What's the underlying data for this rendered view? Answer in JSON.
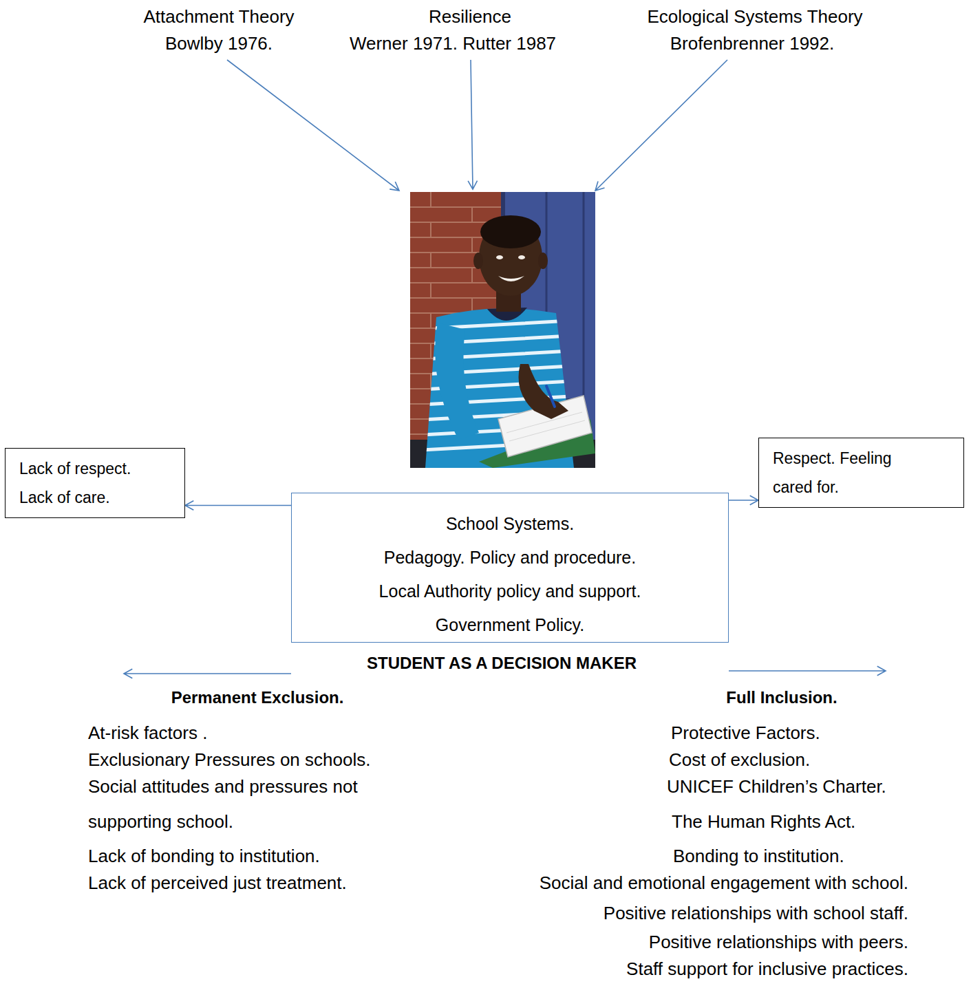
{
  "diagram": {
    "nodes": [
      {
        "text": [
          "Lack of respect.",
          "Lack of care."
        ]
      },
      {
        "text": [
          "Respect. Feeling cared for."
        ]
      },
      {
        "text": [
          "School Systems.",
          "Pedagogy. Policy and procedure.",
          "Local Authority policy and support.",
          "Government Policy."
        ]
      }
    ],
    "edges": [
      {
        "from": 2,
        "to": 0,
        "arrow": "to"
      },
      {
        "from": 2,
        "to": 1,
        "arrow": "to"
      }
    ],
    "labels": [
      "Attachment Theory",
      "Bowlby 1976.",
      "Resilience",
      "Werner 1971. Rutter 1987",
      "Ecological Systems Theory",
      "Brofenbrenner 1992.",
      "STUDENT AS A DECISION MAKER",
      "Permanent Exclusion.",
      "Full Inclusion.",
      "At-risk factors .",
      "Exclusionary Pressures on schools.",
      "Social attitudes and pressures not supporting school.",
      "Lack of bonding to institution.",
      "Lack of perceived just treatment.",
      "Protective Factors.",
      "Cost of exclusion.",
      "UNICEF Children’s Charter.",
      "The Human Rights Act.",
      "Bonding to institution.",
      "Social and emotional engagement with school.",
      "Positive relationships with school staff.",
      "Positive relationships with peers.",
      "Staff support for inclusive practices."
    ]
  }
}
